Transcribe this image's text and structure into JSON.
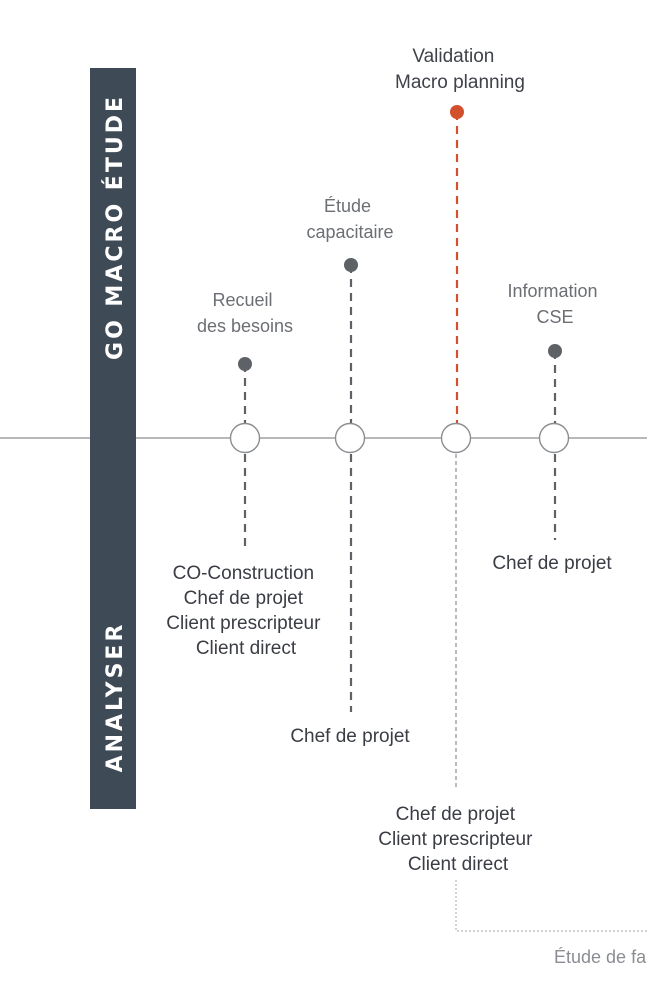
{
  "phase": {
    "top_label": "GO MACRO ÉTUDE",
    "bottom_label": "ANALYSER"
  },
  "milestones": [
    {
      "top": [
        "Recueil",
        "des besoins"
      ],
      "bottom": [
        "CO-Construction",
        "Chef de projet",
        "Client prescripteur",
        "Client direct"
      ]
    },
    {
      "top": [
        "Étude",
        "capacitaire"
      ],
      "bottom": [
        "Chef de projet"
      ]
    },
    {
      "top": [
        "Validation",
        "Macro planning"
      ],
      "bottom": [
        "Chef de projet",
        "Client prescripteur",
        "Client direct"
      ]
    },
    {
      "top": [
        "Information",
        "CSE"
      ],
      "bottom": [
        "Chef de projet"
      ]
    }
  ],
  "next_phase_label": "Étude de fa",
  "colors": {
    "phase_bar": "#3e4a55",
    "timeline": "#8a8d91",
    "marker_grey": "#5e6166",
    "marker_accent": "#d2502d",
    "circle_stroke": "#8a8d91"
  }
}
